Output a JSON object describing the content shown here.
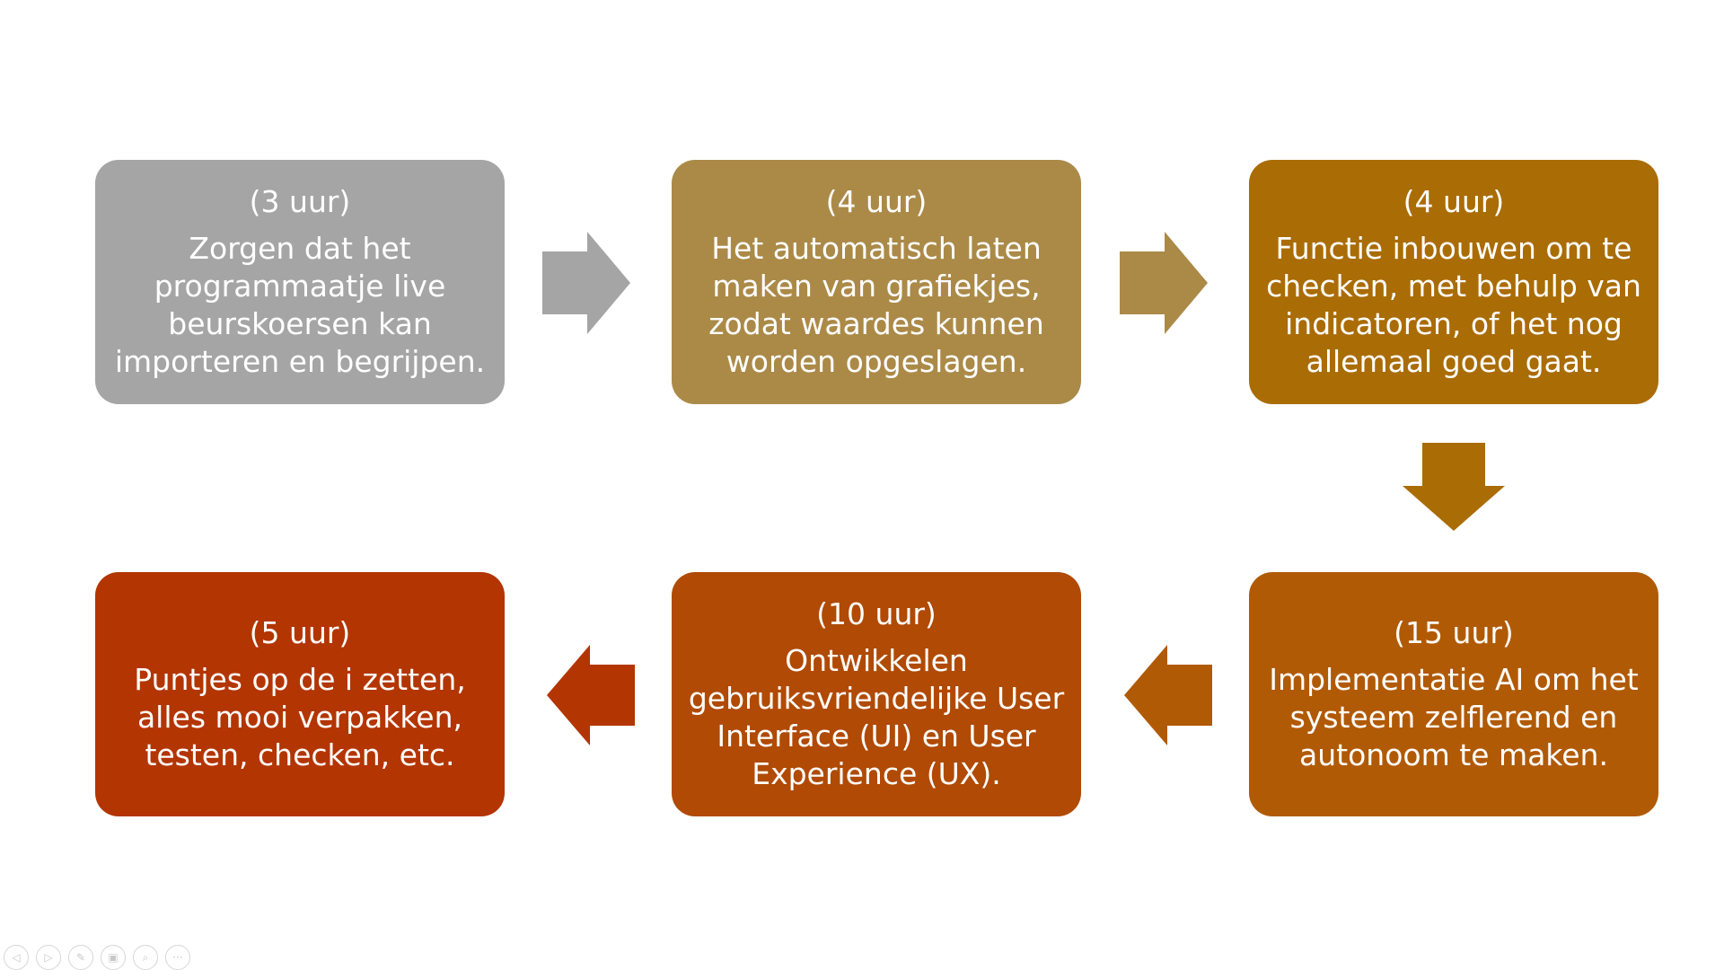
{
  "steps": [
    {
      "hours": "(3 uur)",
      "text": "Zorgen dat het\nprogrammaatje live\nbeurskoersen kan\nimporteren en begrijpen.",
      "color": "#a5a5a5"
    },
    {
      "hours": "(4 uur)",
      "text": "Het automatisch laten\nmaken van grafiekjes,\nzodat waardes kunnen\nworden opgeslagen.",
      "color": "#ab8a48"
    },
    {
      "hours": "(4 uur)",
      "text": "Functie inbouwen om te\nchecken, met behulp van\nindicatoren, of het nog\nallemaal goed gaat.",
      "color": "#aa6c05"
    },
    {
      "hours": "(15 uur)",
      "text": "Implementatie AI om het\nsysteem zelflerend en\nautonoom te maken.",
      "color": "#b15a05"
    },
    {
      "hours": "(10 uur)",
      "text": "Ontwikkelen\ngebruiksvriendelijke User\nInterface (UI) en User\nExperience (UX).",
      "color": "#b04a04"
    },
    {
      "hours": "(5 uur)",
      "text": "Puntjes op de i zetten,\nalles mooi verpakken,\ntesten, checken, etc.",
      "color": "#b33501"
    }
  ],
  "arrows": [
    {
      "direction": "right",
      "color": "#a5a5a5"
    },
    {
      "direction": "right",
      "color": "#ab8a48"
    },
    {
      "direction": "down",
      "color": "#aa6c05"
    },
    {
      "direction": "left",
      "color": "#b15a05"
    },
    {
      "direction": "left",
      "color": "#b33501"
    }
  ],
  "controls": [
    {
      "icon": "previous-icon",
      "glyph": "◁"
    },
    {
      "icon": "next-icon",
      "glyph": "▷"
    },
    {
      "icon": "pen-icon",
      "glyph": "✎"
    },
    {
      "icon": "slides-icon",
      "glyph": "▣"
    },
    {
      "icon": "zoom-icon",
      "glyph": "⌕"
    },
    {
      "icon": "more-icon",
      "glyph": "···"
    }
  ]
}
